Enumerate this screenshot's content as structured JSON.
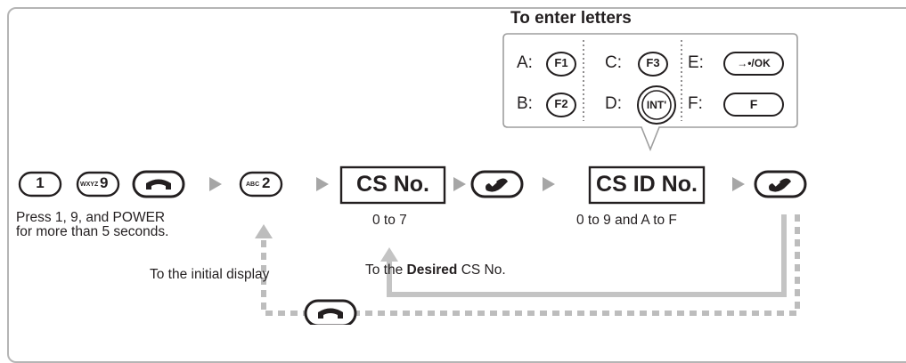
{
  "letters": {
    "title": "To enter letters",
    "entries": [
      {
        "letter": "A:",
        "key": "F1"
      },
      {
        "letter": "B:",
        "key": "F2"
      },
      {
        "letter": "C:",
        "key": "F3"
      },
      {
        "letter": "D:",
        "key": "INT'"
      },
      {
        "letter": "E:",
        "key": "→•/OK"
      },
      {
        "letter": "F:",
        "key": "F"
      }
    ]
  },
  "keys": {
    "one": "1",
    "nine_small": "WXYZ",
    "nine": "9",
    "two_small": "ABC",
    "two": "2"
  },
  "boxes": {
    "cs_no": "CS No.",
    "cs_id_no": "CS ID No."
  },
  "captions": {
    "press_line1": "Press 1, 9, and POWER",
    "press_line2": "for more than 5 seconds.",
    "range_cs": "0 to 7",
    "range_id": "0 to 9 and A to F",
    "initial_display": "To the initial display",
    "desired_prefix": "To the ",
    "desired_bold": "Desired",
    "desired_suffix": " CS No."
  },
  "colors": {
    "ink": "#231f20",
    "frame": "#b5b5b5",
    "dashed": "#bdbdbd",
    "arrow": "#a6a6a6",
    "solid_line": "#c4c4c4",
    "callout": "#9e9e9e"
  }
}
